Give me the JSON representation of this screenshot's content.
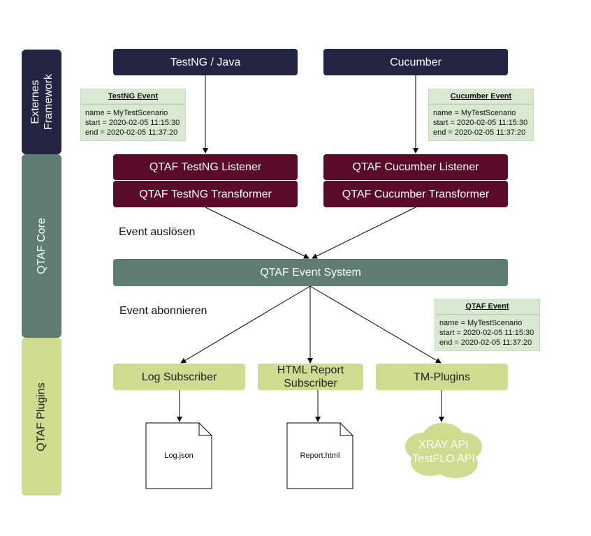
{
  "lanes": {
    "external": "Externes Framework",
    "core": "QTAF Core",
    "plugins": "QTAF Plugins"
  },
  "frameworks": {
    "testng": "TestNG / Java",
    "cucumber": "Cucumber"
  },
  "core": {
    "testng_listener": "QTAF TestNG Listener",
    "testng_transformer": "QTAF TestNG Transformer",
    "cucumber_listener": "QTAF Cucumber Listener",
    "cucumber_transformer": "QTAF Cucumber Transformer",
    "event_system": "QTAF Event System"
  },
  "labels": {
    "trigger": "Event auslösen",
    "subscribe": "Event abonnieren"
  },
  "notes": {
    "testng": {
      "title": "TestNG Event",
      "name": "name = MyTestScenario",
      "start": "start = 2020-02-05 11:15:30",
      "end": "end = 2020-02-05 11:37:20"
    },
    "cucumber": {
      "title": "Cucumber Event",
      "name": "name = MyTestScenario",
      "start": "start = 2020-02-05 11:15:30",
      "end": "end = 2020-02-05 11:37:20"
    },
    "qtaf": {
      "title": "QTAF Event",
      "name": "name = MyTestScenario",
      "start": "start = 2020-02-05 11:15:30",
      "end": "end = 2020-02-05 11:37:20"
    }
  },
  "plugins": {
    "log": "Log Subscriber",
    "html_line1": "HTML Report",
    "html_line2": "Subscriber",
    "tm": "TM-Plugins"
  },
  "outputs": {
    "log_file": "Log.json",
    "report_file": "Report.html",
    "api1": "XRAY API",
    "api2": "TestFLO API"
  },
  "colors": {
    "dark": "#232342",
    "maroon": "#5a0b27",
    "teal": "#5f7c73",
    "green": "#cddc8f",
    "note": "#d9e8d0"
  }
}
